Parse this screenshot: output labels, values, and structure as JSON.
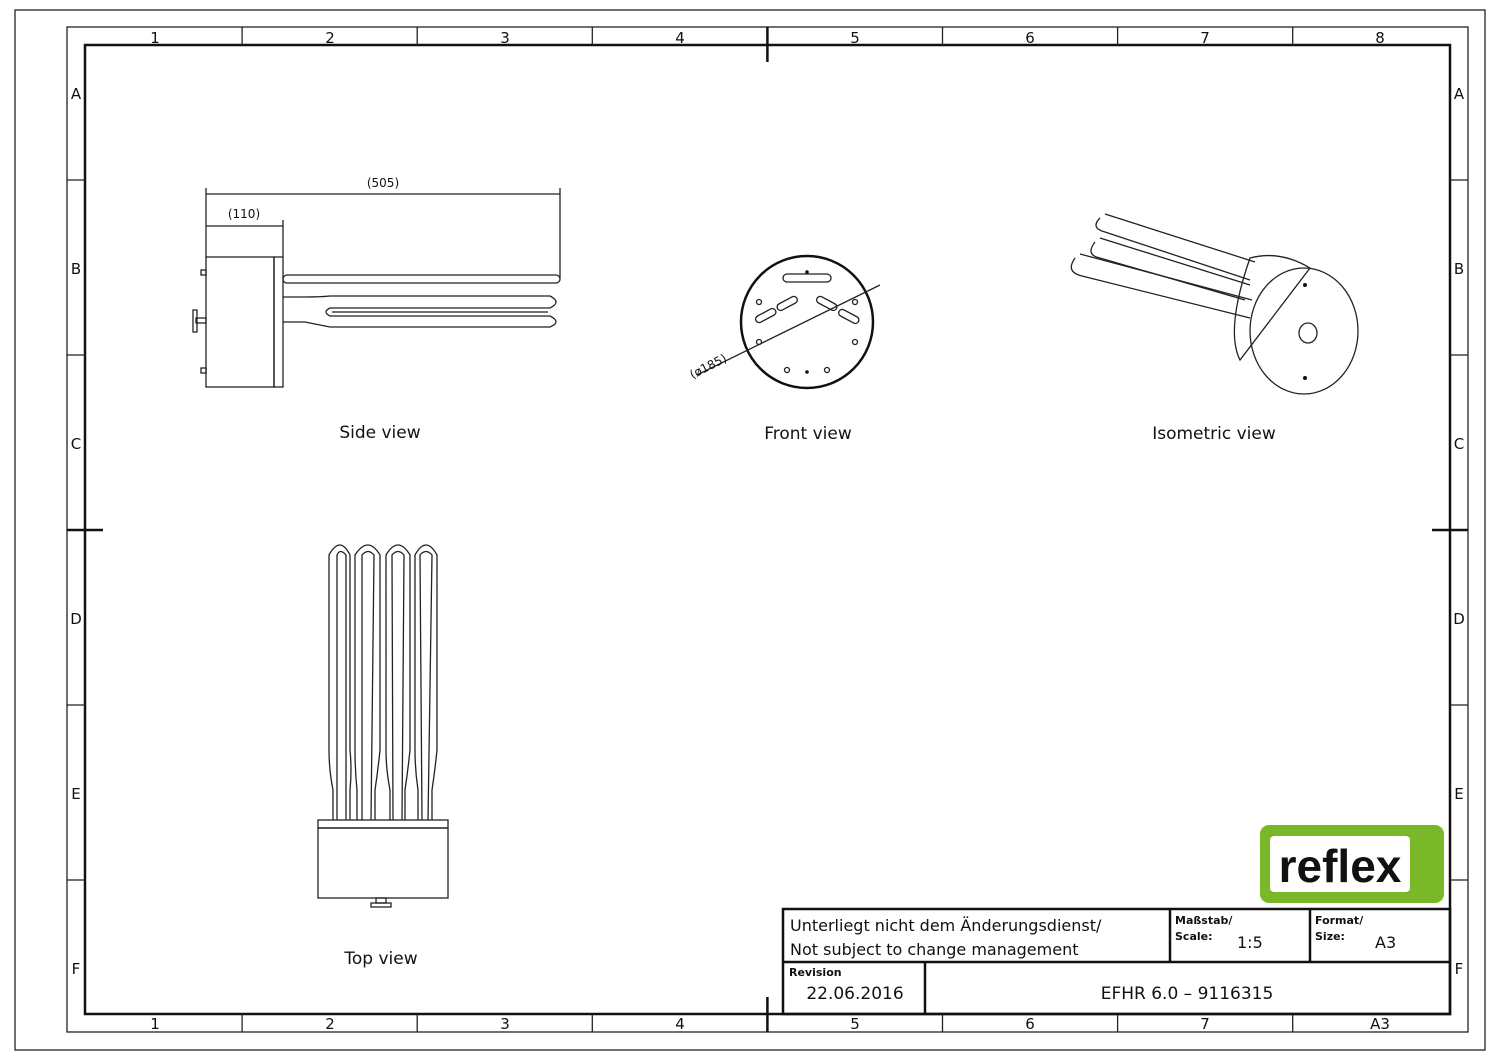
{
  "frame": {
    "columns_top": [
      "1",
      "2",
      "3",
      "4",
      "5",
      "6",
      "7",
      "8"
    ],
    "columns_bottom": [
      "1",
      "2",
      "3",
      "4",
      "5",
      "6",
      "7",
      "A3"
    ],
    "rows": [
      "A",
      "B",
      "C",
      "D",
      "E",
      "F"
    ]
  },
  "views": {
    "side": {
      "label": "Side view",
      "dim_overall": "(505)",
      "dim_head": "(110)"
    },
    "front": {
      "label": "Front view",
      "dim_diameter": "(ø185)"
    },
    "isometric": {
      "label": "Isometric view"
    },
    "top": {
      "label": "Top view"
    }
  },
  "logo": {
    "text": "reflex",
    "color": "#7ab829"
  },
  "title_block": {
    "note_de": "Unterliegt nicht dem Änderungsdienst/",
    "note_en": "Not subject to change management",
    "scale_label_de": "Maßstab/",
    "scale_label_en": "Scale:",
    "scale": "1:5",
    "size_label_de": "Format/",
    "size_label_en": "Size:",
    "size": "A3",
    "revision_label": "Revision",
    "revision": "22.06.2016",
    "title": "EFHR 6.0 – 9116315"
  }
}
